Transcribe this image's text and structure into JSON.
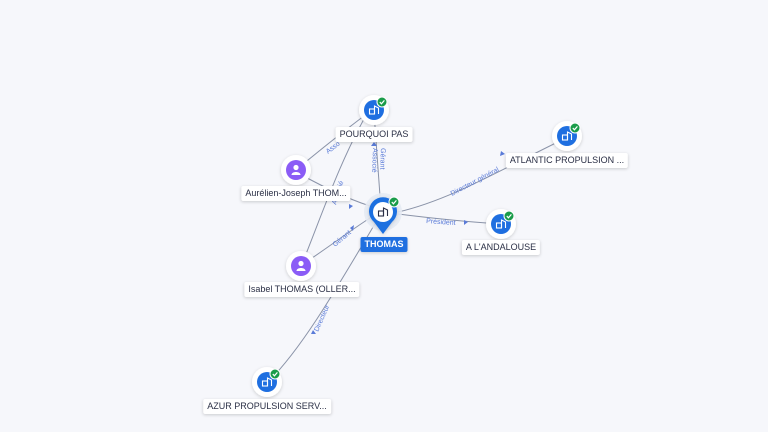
{
  "colors": {
    "company": "#1f6fe0",
    "person": "#8b5cf6",
    "check": "#1a9c4a",
    "edge": "#8a93a8",
    "edge_label": "#5a7bd8"
  },
  "nodes": [
    {
      "id": "thomas",
      "label": "THOMAS",
      "type": "company",
      "center": true,
      "icon": "company-icon"
    },
    {
      "id": "pourquoi",
      "label": "POURQUOI PAS",
      "type": "company",
      "icon": "company-icon"
    },
    {
      "id": "atlantic",
      "label": "ATLANTIC PROPULSION ...",
      "type": "company",
      "icon": "company-icon"
    },
    {
      "id": "andalouse",
      "label": "A L'ANDALOUSE",
      "type": "company",
      "icon": "company-icon"
    },
    {
      "id": "aurelien",
      "label": "Aurélien-Joseph THOM...",
      "type": "person",
      "icon": "person-icon"
    },
    {
      "id": "isabel",
      "label": "Isabel THOMAS (OLLER...",
      "type": "person",
      "icon": "person-icon"
    },
    {
      "id": "azur",
      "label": "AZUR PROPULSION SERV...",
      "type": "company",
      "icon": "company-icon"
    }
  ],
  "edges": [
    {
      "id": "e1",
      "label": "Directeur général"
    },
    {
      "id": "e2",
      "label": "Président"
    },
    {
      "id": "e3",
      "label": "Gérant"
    },
    {
      "id": "e4",
      "label": "Associé"
    },
    {
      "id": "e5",
      "label": "Asso"
    },
    {
      "id": "e6",
      "label": "Associé"
    },
    {
      "id": "e7",
      "label": "Gérant"
    },
    {
      "id": "e8",
      "label": "Directeur"
    }
  ]
}
